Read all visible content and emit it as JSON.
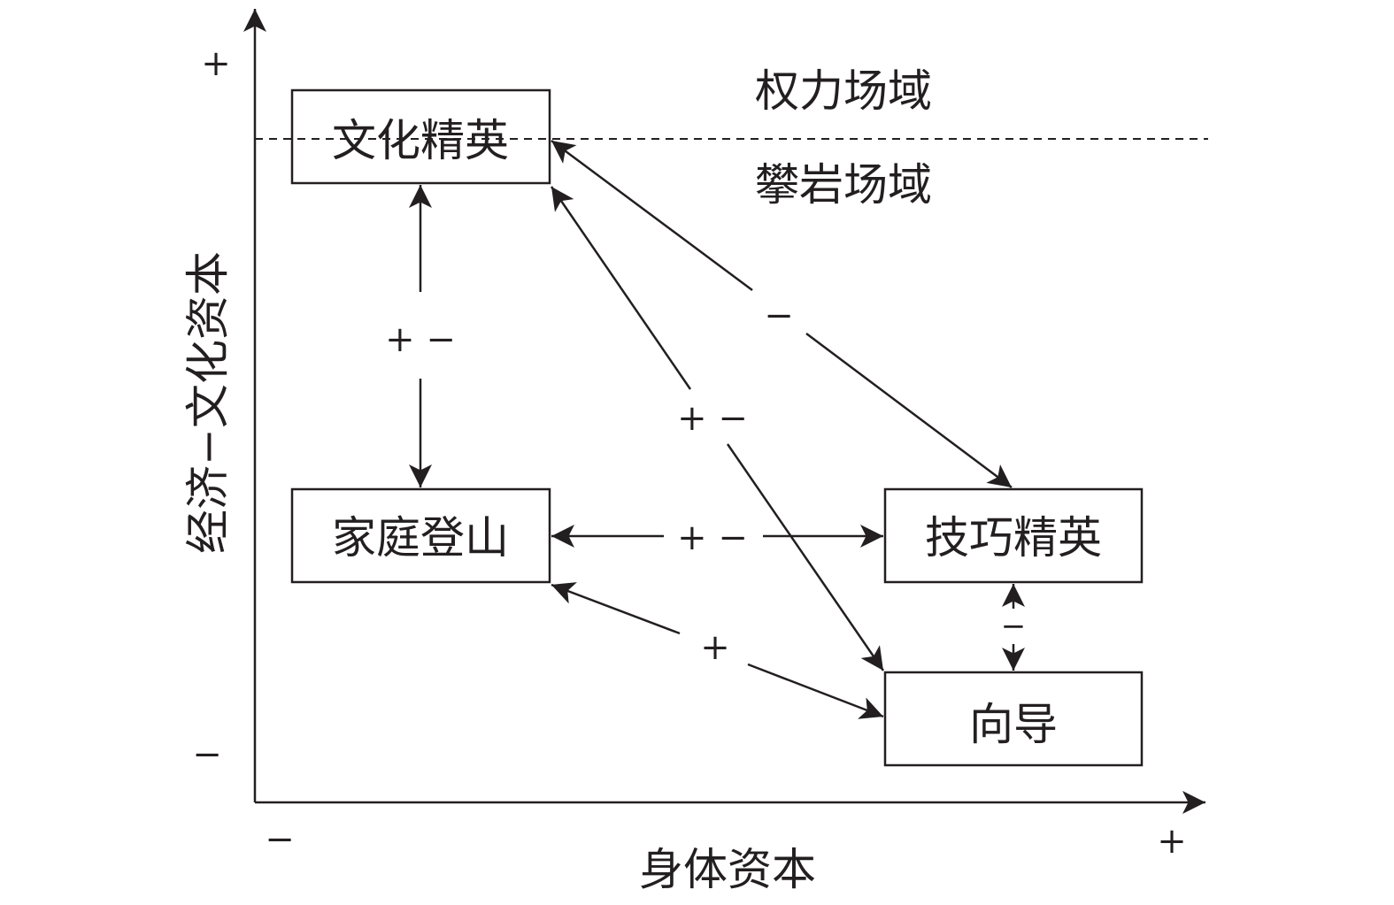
{
  "axes": {
    "x_title": "身体资本",
    "y_title": "经济−文化资本",
    "x_min_sign": "−",
    "x_max_sign": "+",
    "y_max_sign": "+",
    "y_min_sign": "−"
  },
  "fields": {
    "upper": "权力场域",
    "lower": "攀岩场域"
  },
  "nodes": {
    "cultural_elite": "文化精英",
    "family_climbing": "家庭登山",
    "skill_elite": "技巧精英",
    "guide": "向导"
  },
  "relations": {
    "cultural_family": "+ −",
    "cultural_skill": "−",
    "cultural_guide": "+ −",
    "family_skill": "+ −",
    "family_guide": "+",
    "skill_guide": "−"
  }
}
